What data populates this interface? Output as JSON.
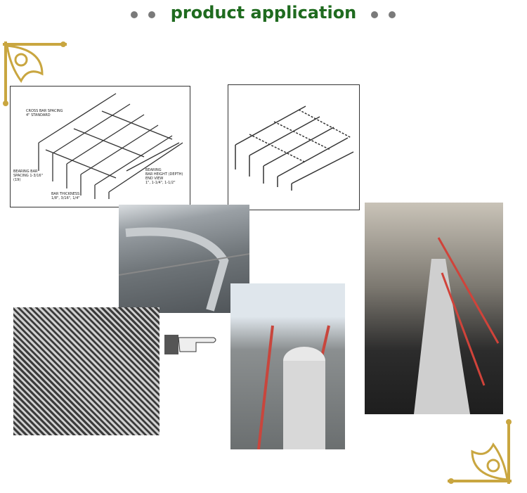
{
  "header": {
    "title": "product application"
  },
  "diagram": {
    "cross_bar_spacing": "CROSS BAR SPACING",
    "cross_bar_standard": "4\" STANDARD",
    "bearing_bar_spacing": "BEARING BAR",
    "bearing_bar_spacing2": "SPACING 1-3/16\"",
    "bearing_bar_spacing3": "(19)",
    "bar_thickness": "BAR THICKNESS",
    "bar_thickness_values": "1/8\", 3/16\", 1/4\"",
    "bearing_height1": "BEARING",
    "bearing_height2": "BAR HEIGHT (DEPTH)",
    "bearing_height3": "END VIEW",
    "bearing_height4": "1\", 1-1/4\", 1-1/2\""
  },
  "colors": {
    "title": "#1f6b1f",
    "ornament": "#c9a640",
    "rail": "#d0433a"
  },
  "icons": [
    "corner-ornament-icon",
    "pointing-hand-icon"
  ]
}
